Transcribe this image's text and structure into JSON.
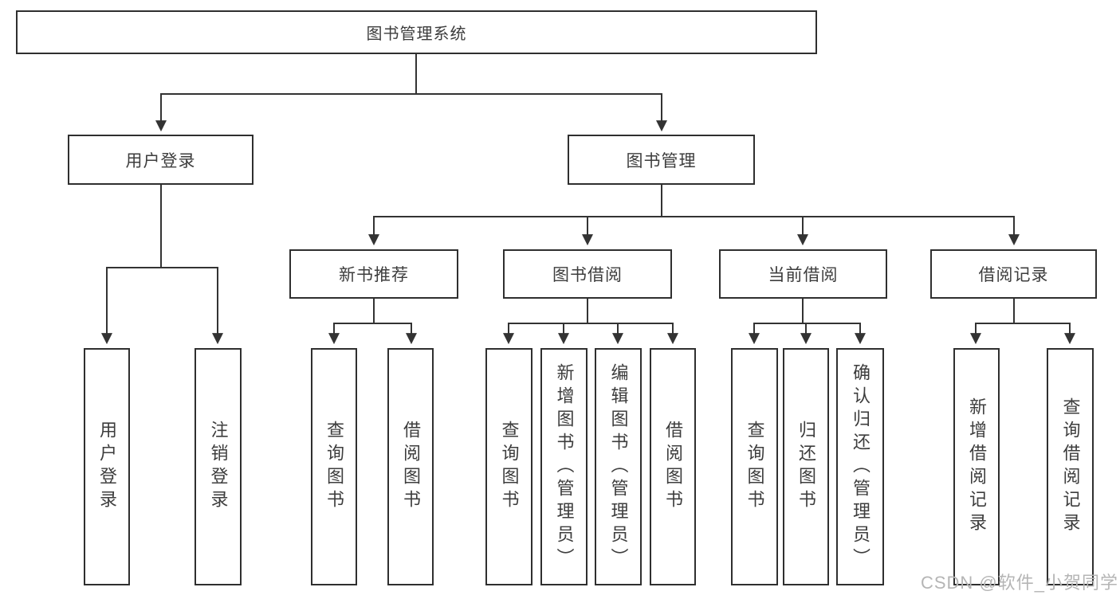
{
  "diagram": {
    "root": "图书管理系统",
    "level2": {
      "user_login": "用户登录",
      "book_mgmt": "图书管理"
    },
    "level3": {
      "new_books": "新书推荐",
      "book_borrow": "图书借阅",
      "current_borrow": "当前借阅",
      "borrow_records": "借阅记录"
    },
    "leaves": {
      "user_login": "用户登录",
      "logout": "注销登录",
      "rec_query_books": "查询图书",
      "rec_borrow_books": "借阅图书",
      "bb_query_books": "查询图书",
      "bb_add_books": "新增图书（管理员）",
      "bb_edit_books": "编辑图书（管理员）",
      "bb_borrow_books": "借阅图书",
      "cur_query_books": "查询图书",
      "cur_return_books": "归还图书",
      "cur_confirm_return": "确认归还（管理员）",
      "rc_add_record": "新增借阅记录",
      "rc_query_record": "查询借阅记录"
    }
  },
  "watermark": "CSDN @软件_小贺同学",
  "colors": {
    "line": "#333333",
    "box_border": "#2f2f2f",
    "text": "#3d3d3d",
    "watermark": "#b5b5b5",
    "background": "#ffffff"
  }
}
